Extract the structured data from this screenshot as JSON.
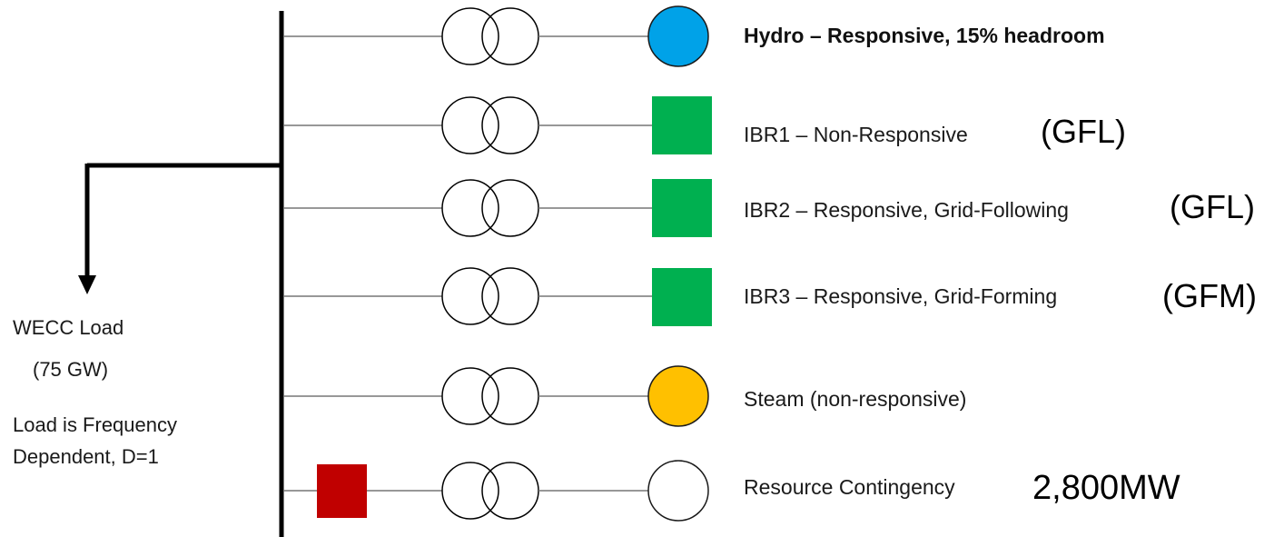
{
  "load": {
    "name": "WECC Load",
    "size": "(75 GW)",
    "note_line1": "Load is Frequency",
    "note_line2": "Dependent, D=1"
  },
  "rows": [
    {
      "label": "Hydro – Responsive, 15% headroom",
      "tag": "",
      "gen_shape": "circle",
      "gen_color": "#00A2E8"
    },
    {
      "label": "IBR1 – Non-Responsive",
      "tag": "(GFL)",
      "gen_shape": "square",
      "gen_color": "#00B050"
    },
    {
      "label": "IBR2 – Responsive, Grid-Following",
      "tag": "(GFL)",
      "gen_shape": "square",
      "gen_color": "#00B050"
    },
    {
      "label": "IBR3 – Responsive, Grid-Forming",
      "tag": "(GFM)",
      "gen_shape": "square",
      "gen_color": "#00B050"
    },
    {
      "label": "Steam (non-responsive)",
      "tag": "",
      "gen_shape": "circle",
      "gen_color": "#FFC000"
    },
    {
      "label": "Resource Contingency",
      "tag": "2,800MW",
      "gen_shape": "circle",
      "gen_color": "#FFFFFF",
      "breaker_color": "#C00000"
    }
  ]
}
